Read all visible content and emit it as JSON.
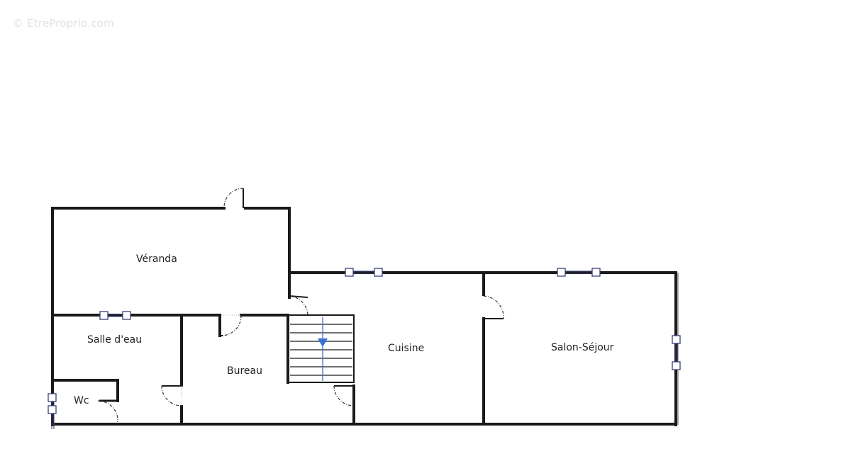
{
  "watermark": "© EtreProprio.com",
  "rooms": {
    "veranda": "Véranda",
    "salle_eau": "Salle d'eau",
    "wc": "Wc",
    "bureau": "Bureau",
    "cuisine": "Cuisine",
    "salon": "Salon-Séjour"
  },
  "colors": {
    "wall": "#1a1a1a",
    "window": "#3a3f7a",
    "stair_arrow": "#3b6fd0"
  }
}
